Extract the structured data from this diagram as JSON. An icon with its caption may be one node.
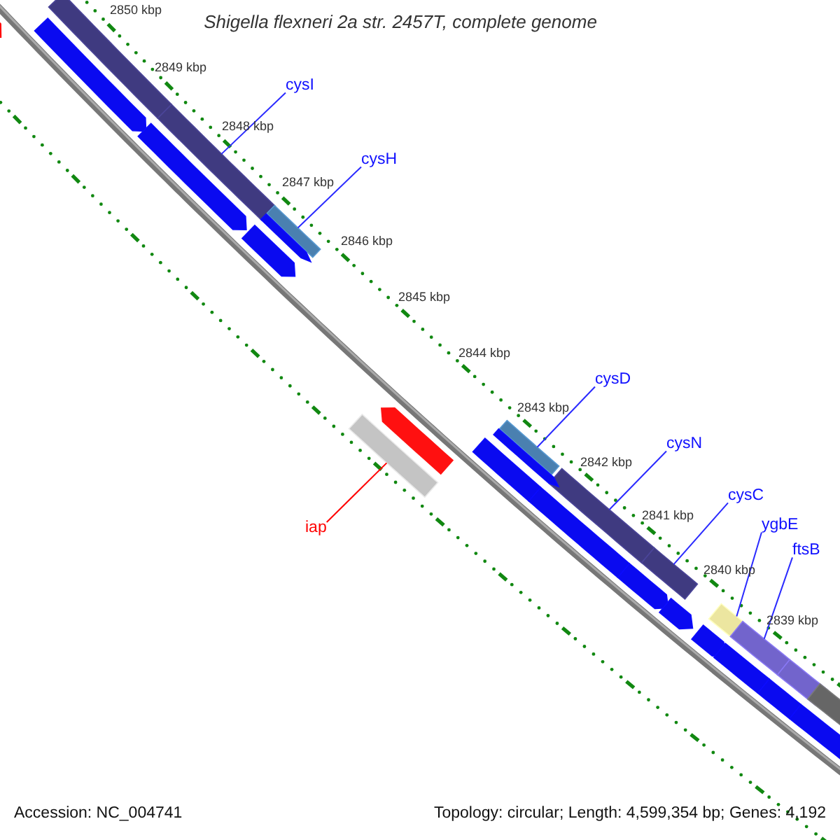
{
  "diagram": {
    "title": "Shigella flexneri 2a str. 2457T, complete genome",
    "nodes": [
      {
        "text": [
          "cysI"
        ]
      },
      {
        "text": [],
        "shape": "bar"
      },
      {
        "text": [
          "cysH"
        ]
      },
      {
        "text": [],
        "shape": "bar"
      },
      {
        "text": [
          "cysD"
        ]
      },
      {
        "text": [],
        "shape": "bar"
      },
      {
        "text": [
          "cysN"
        ]
      },
      {
        "text": [],
        "shape": "bar"
      },
      {
        "text": [
          "cysC"
        ]
      },
      {
        "text": [],
        "shape": "bar"
      },
      {
        "text": [
          "ygbE"
        ]
      },
      {
        "text": [],
        "shape": "bar"
      },
      {
        "text": [
          "ftsB"
        ]
      },
      {
        "text": [],
        "shape": "bar"
      },
      {
        "text": [
          "iap"
        ]
      },
      {
        "text": [],
        "shape": "bar"
      },
      {
        "text": [],
        "shape": "arrow"
      },
      {
        "text": [],
        "shape": "arrow"
      },
      {
        "text": [],
        "shape": "arrow"
      },
      {
        "text": [],
        "shape": "arrow"
      },
      {
        "text": [],
        "shape": "arrow"
      },
      {
        "text": [],
        "shape": "arrow"
      },
      {
        "text": [],
        "shape": "arrow"
      },
      {
        "text": [],
        "shape": "arrow"
      },
      {
        "text": [],
        "shape": "arrow"
      },
      {
        "text": [],
        "shape": "arrow"
      },
      {
        "text": [],
        "shape": "arrow"
      },
      {
        "text": [],
        "shape": "arrow"
      },
      {
        "text": [],
        "shape": "arrow"
      },
      {
        "text": [],
        "shape": "bar"
      },
      {
        "text": [],
        "shape": "bar"
      },
      {
        "text": [],
        "shape": "bar"
      },
      {
        "text": [],
        "shape": "arrow"
      },
      {
        "text": [],
        "shape": "arrow"
      }
    ],
    "edges": [
      {
        "from": 0,
        "to": 1,
        "arrow": "none"
      },
      {
        "from": 2,
        "to": 3,
        "arrow": "none"
      },
      {
        "from": 4,
        "to": 5,
        "arrow": "none"
      },
      {
        "from": 6,
        "to": 7,
        "arrow": "none"
      },
      {
        "from": 8,
        "to": 9,
        "arrow": "none"
      },
      {
        "from": 10,
        "to": 11,
        "arrow": "none"
      },
      {
        "from": 12,
        "to": 13,
        "arrow": "none"
      },
      {
        "from": 14,
        "to": 15,
        "arrow": "none",
        "color": "#ff0000"
      }
    ],
    "labels": [
      "2850 kbp",
      "2849 kbp",
      "2848 kbp",
      "2847 kbp",
      "2846 kbp",
      "2845 kbp",
      "2844 kbp",
      "2843 kbp",
      "2842 kbp",
      "2841 kbp",
      "2840 kbp",
      "2839 kbp",
      "Accession: NC_004741",
      "Topology: circular; Length: 4,599,354 bp; Genes: 4,192"
    ]
  }
}
